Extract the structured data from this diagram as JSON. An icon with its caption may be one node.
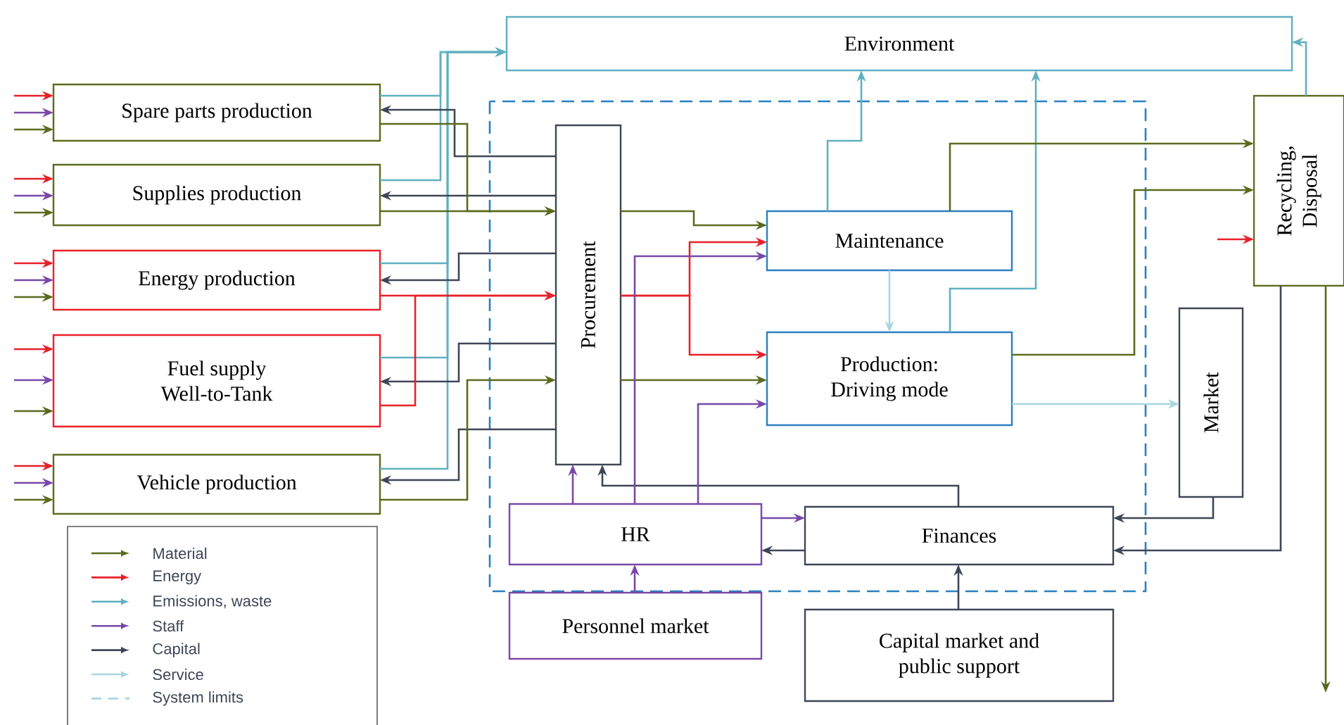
{
  "diagram": {
    "nodes": [
      {
        "text": [
          "Environment"
        ]
      },
      {
        "text": [
          "Spare parts production"
        ]
      },
      {
        "text": [
          "Supplies production"
        ]
      },
      {
        "text": [
          "Energy production"
        ]
      },
      {
        "text": [
          "Fuel supply Well-to-Tank"
        ]
      },
      {
        "text": [
          "Vehicle production"
        ]
      },
      {
        "text": [
          "Procurement"
        ]
      },
      {
        "text": [
          "Maintenance"
        ]
      },
      {
        "text": [
          "Production: Driving mode"
        ]
      },
      {
        "text": [
          "Recycling, Disposal"
        ]
      },
      {
        "text": [
          "Market"
        ]
      },
      {
        "text": [
          "HR"
        ]
      },
      {
        "text": [
          "Finances"
        ]
      },
      {
        "text": [
          "Personnel market"
        ]
      },
      {
        "text": [
          "Capital market and public support"
        ]
      }
    ],
    "edges": [
      {
        "from": null,
        "to": 1,
        "arrow": "to",
        "color": "#e8202a"
      },
      {
        "from": null,
        "to": 1,
        "arrow": "to",
        "color": "#7a48a8"
      },
      {
        "from": null,
        "to": 1,
        "arrow": "to",
        "color": "#5b6b1e"
      },
      {
        "from": null,
        "to": 2,
        "arrow": "to",
        "color": "#e8202a"
      },
      {
        "from": null,
        "to": 2,
        "arrow": "to",
        "color": "#7a48a8"
      },
      {
        "from": null,
        "to": 2,
        "arrow": "to",
        "color": "#5b6b1e"
      },
      {
        "from": null,
        "to": 3,
        "arrow": "to",
        "color": "#e8202a"
      },
      {
        "from": null,
        "to": 3,
        "arrow": "to",
        "color": "#7a48a8"
      },
      {
        "from": null,
        "to": 3,
        "arrow": "to",
        "color": "#5b6b1e"
      },
      {
        "from": null,
        "to": 4,
        "arrow": "to",
        "color": "#e8202a"
      },
      {
        "from": null,
        "to": 4,
        "arrow": "to",
        "color": "#7a48a8"
      },
      {
        "from": null,
        "to": 4,
        "arrow": "to",
        "color": "#5b6b1e"
      },
      {
        "from": null,
        "to": 5,
        "arrow": "to",
        "color": "#e8202a"
      },
      {
        "from": null,
        "to": 5,
        "arrow": "to",
        "color": "#7a48a8"
      },
      {
        "from": null,
        "to": 5,
        "arrow": "to",
        "color": "#5b6b1e"
      },
      {
        "from": 1,
        "to": 0,
        "arrow": "to",
        "color": "#5fb0c0"
      },
      {
        "from": 2,
        "to": 0,
        "arrow": "to",
        "color": "#5fb0c0"
      },
      {
        "from": 3,
        "to": 0,
        "arrow": "to",
        "color": "#5fb0c0"
      },
      {
        "from": 4,
        "to": 0,
        "arrow": "to",
        "color": "#5fb0c0"
      },
      {
        "from": 5,
        "to": 0,
        "arrow": "to",
        "color": "#5fb0c0"
      },
      {
        "from": 6,
        "to": 1,
        "arrow": "to",
        "color": "#3e4656"
      },
      {
        "from": 6,
        "to": 2,
        "arrow": "to",
        "color": "#3e4656"
      },
      {
        "from": 6,
        "to": 3,
        "arrow": "to",
        "color": "#3e4656"
      },
      {
        "from": 6,
        "to": 4,
        "arrow": "to",
        "color": "#3e4656"
      },
      {
        "from": 6,
        "to": 5,
        "arrow": "to",
        "color": "#3e4656"
      },
      {
        "from": 1,
        "to": 6,
        "arrow": "to",
        "color": "#5b6b1e"
      },
      {
        "from": 2,
        "to": 6,
        "arrow": "to",
        "color": "#5b6b1e"
      },
      {
        "from": 3,
        "to": 6,
        "arrow": "to",
        "color": "#e8202a"
      },
      {
        "from": 4,
        "to": 6,
        "arrow": "to",
        "color": "#e8202a"
      },
      {
        "from": 5,
        "to": 6,
        "arrow": "to",
        "color": "#5b6b1e"
      },
      {
        "from": 6,
        "to": 7,
        "arrow": "to",
        "color": "#5b6b1e"
      },
      {
        "from": 6,
        "to": 8,
        "arrow": "to",
        "color": "#5b6b1e"
      },
      {
        "from": 6,
        "to": 7,
        "arrow": "to",
        "color": "#e8202a"
      },
      {
        "from": 6,
        "to": 8,
        "arrow": "to",
        "color": "#e8202a"
      },
      {
        "from": 11,
        "to": 6,
        "arrow": "to",
        "color": "#7a48a8"
      },
      {
        "from": 12,
        "to": 6,
        "arrow": "to",
        "color": "#3e4656"
      },
      {
        "from": 11,
        "to": 7,
        "arrow": "to",
        "color": "#7a48a8"
      },
      {
        "from": 11,
        "to": 8,
        "arrow": "to",
        "color": "#7a48a8"
      },
      {
        "from": 11,
        "to": 12,
        "arrow": "to",
        "color": "#7a48a8"
      },
      {
        "from": 12,
        "to": 11,
        "arrow": "to",
        "color": "#3e4656"
      },
      {
        "from": 13,
        "to": 11,
        "arrow": "to",
        "color": "#7a48a8"
      },
      {
        "from": 14,
        "to": 12,
        "arrow": "to",
        "color": "#3e4656"
      },
      {
        "from": 7,
        "to": 8,
        "arrow": "to",
        "color": "#a9d5e2"
      },
      {
        "from": 7,
        "to": 0,
        "arrow": "to",
        "color": "#5fb0c0"
      },
      {
        "from": 8,
        "to": 0,
        "arrow": "to",
        "color": "#5fb0c0"
      },
      {
        "from": 7,
        "to": 9,
        "arrow": "to",
        "color": "#5b6b1e"
      },
      {
        "from": 8,
        "to": 9,
        "arrow": "to",
        "color": "#5b6b1e"
      },
      {
        "from": null,
        "to": 9,
        "arrow": "to",
        "color": "#e8202a"
      },
      {
        "from": 9,
        "to": 0,
        "arrow": "to",
        "color": "#5fb0c0"
      },
      {
        "from": 8,
        "to": 10,
        "arrow": "to",
        "color": "#a9d5e2"
      },
      {
        "from": 10,
        "to": 12,
        "arrow": "to",
        "color": "#3e4656"
      },
      {
        "from": 9,
        "to": 12,
        "arrow": "to",
        "color": "#3e4656"
      },
      {
        "from": 9,
        "to": null,
        "arrow": "to",
        "color": "#5b6b1e"
      }
    ],
    "legend": [
      {
        "text": "Material",
        "color": "#5b6b1e"
      },
      {
        "text": "Energy",
        "color": "#e8202a"
      },
      {
        "text": "Emissions, waste",
        "color": "#5fb0c0"
      },
      {
        "text": "Staff",
        "color": "#7a48a8"
      },
      {
        "text": "Capital",
        "color": "#3e4656"
      },
      {
        "text": "Service",
        "color": "#a9d5e2"
      },
      {
        "text": "System limits"
      }
    ]
  }
}
